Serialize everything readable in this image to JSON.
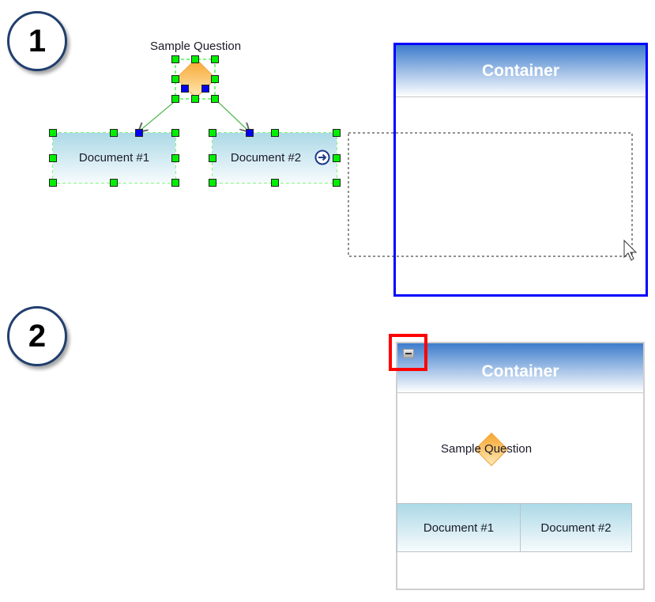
{
  "steps": [
    {
      "label": "1"
    },
    {
      "label": "2"
    }
  ],
  "before": {
    "question": "Sample Question",
    "documents": [
      "Document #1",
      "Document #2"
    ],
    "container_title": "Container",
    "container_border": "#0000ff"
  },
  "after": {
    "question": "Sample Question",
    "documents": [
      "Document #1",
      "Document #2"
    ],
    "container_title": "Container",
    "highlight_color": "#ff0000"
  }
}
